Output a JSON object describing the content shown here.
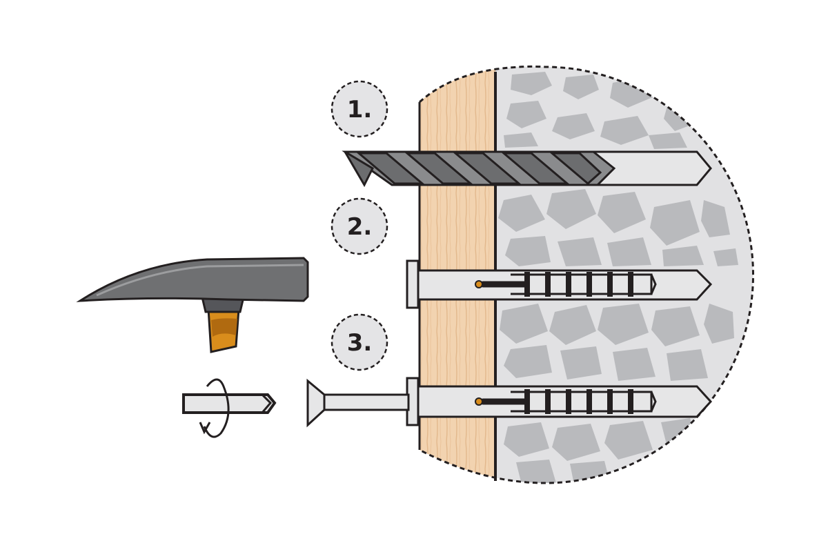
{
  "steps": [
    {
      "label": "1."
    },
    {
      "label": "2."
    },
    {
      "label": "3."
    }
  ],
  "colors": {
    "outline": "#231f20",
    "wood": "#f2d3b0",
    "wood_grain": "#e7bf95",
    "concrete": "#e1e1e3",
    "stone": "#b9babd",
    "drill_bit": "#8a8b8d",
    "dowel": "#e6e6e7",
    "hammer_head": "#6f7072",
    "hammer_handle": "#d98d1c",
    "circle_fill": "#e4e4e6"
  },
  "icons": [
    "hammer-icon",
    "drill-bit-icon",
    "screwdriver-bit-icon",
    "rotation-arrow-icon",
    "screw-icon",
    "wall-plug-icon"
  ]
}
